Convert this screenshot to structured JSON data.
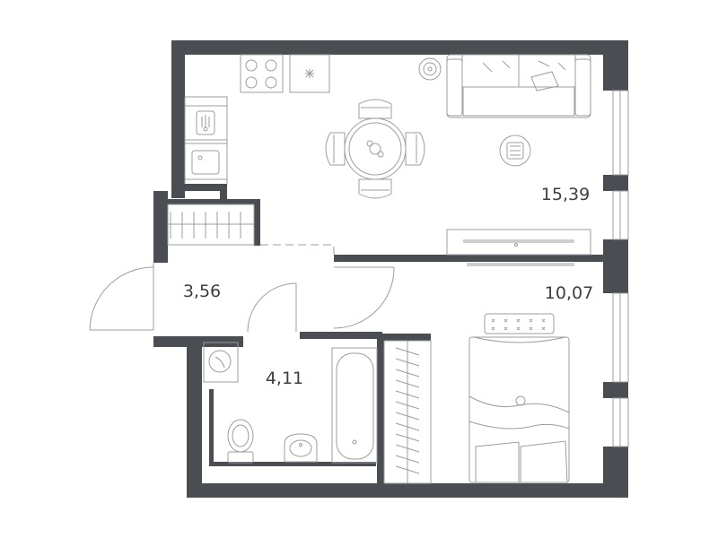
{
  "colors": {
    "wall": "#4a4e53",
    "line": "#9a9da1",
    "label": "#3a3f45",
    "background": "#ffffff"
  },
  "rooms": {
    "living_kitchen": {
      "area": "15,39"
    },
    "hall": {
      "area": "3,56"
    },
    "bathroom": {
      "area": "4,11"
    },
    "bedroom": {
      "area": "10,07"
    }
  },
  "icons": [
    "stove-icon",
    "exhaust-fan-icon",
    "dishwasher-icon",
    "sink-icon",
    "dining-table-icon",
    "sofa-icon",
    "floor-lamp-icon",
    "armchair-icon",
    "tv-unit-icon",
    "washing-machine-icon",
    "toilet-icon",
    "washbasin-icon",
    "bathtub-icon",
    "bed-icon",
    "wardrobe-icon"
  ]
}
